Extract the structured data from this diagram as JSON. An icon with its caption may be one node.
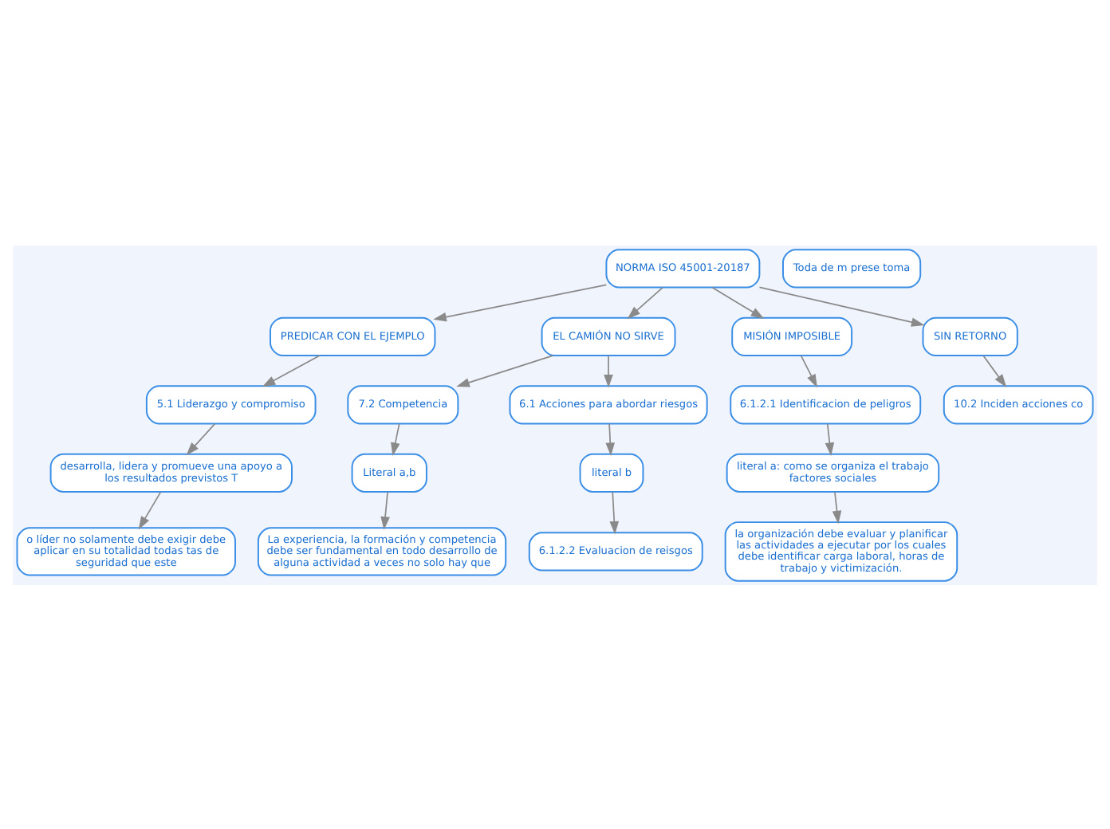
{
  "diagram": {
    "nodes": [
      {
        "text": [
          "NORMA ISO 45001-20187"
        ]
      },
      {
        "text": [
          "PREDICAR CON EL EJEMPLO"
        ]
      },
      {
        "text": [
          "EL CAMIÓN NO SIRVE"
        ]
      },
      {
        "text": [
          "MISIÓN IMPOSIBLE"
        ]
      },
      {
        "text": [
          "SIN RETORNO"
        ]
      },
      {
        "text": [
          "5.1 Liderazgo y compromiso"
        ]
      },
      {
        "text": [
          "desarrolla, lidera y promueve una apoyo a los resultados previstos T"
        ]
      },
      {
        "text": [
          "o líder no solamente debe exigir debe aplicar en su totalidad todas tas de seguridad que este"
        ]
      },
      {
        "text": [
          "7.2 Competencia"
        ]
      },
      {
        "text": [
          "Literal a,b"
        ]
      },
      {
        "text": [
          "La experiencia, la formación y competencia debe ser fundamental en todo desarrollo de alguna actividad a veces no solo hay que"
        ]
      },
      {
        "text": [
          "6.1 Acciones para abordar riesgos"
        ]
      },
      {
        "text": [
          "literal b"
        ]
      },
      {
        "text": [
          "6.1.2.2 Evaluacion de reisgos"
        ]
      },
      {
        "text": [
          "6.1.2.1 Identificacion de peligros"
        ]
      },
      {
        "text": [
          "literal a: como se organiza el trabajo factores sociales"
        ]
      },
      {
        "text": [
          "la organización debe evaluar y planificar las actividades a ejecutar por los cuales debe identificar carga laboral, horas de trabajo y victimización."
        ]
      },
      {
        "text": [
          "10.2 Inciden acciones co"
        ]
      },
      {
        "text": [
          "Toda de m prese toma"
        ]
      }
    ],
    "edges": [
      {
        "from": 0,
        "to": 1,
        "arrow": "to"
      },
      {
        "from": 0,
        "to": 2,
        "arrow": "to"
      },
      {
        "from": 0,
        "to": 3,
        "arrow": "to"
      },
      {
        "from": 0,
        "to": 4,
        "arrow": "to"
      },
      {
        "from": 1,
        "to": 5,
        "arrow": "to"
      },
      {
        "from": 5,
        "to": 6,
        "arrow": "to"
      },
      {
        "from": 6,
        "to": 7,
        "arrow": "to"
      },
      {
        "from": 2,
        "to": 8,
        "arrow": "to"
      },
      {
        "from": 2,
        "to": 11,
        "arrow": "to"
      },
      {
        "from": 8,
        "to": 9,
        "arrow": "to"
      },
      {
        "from": 9,
        "to": 10,
        "arrow": "to"
      },
      {
        "from": 11,
        "to": 12,
        "arrow": "to"
      },
      {
        "from": 12,
        "to": 13,
        "arrow": "to"
      },
      {
        "from": 3,
        "to": 14,
        "arrow": "to"
      },
      {
        "from": 14,
        "to": 15,
        "arrow": "to"
      },
      {
        "from": 15,
        "to": 16,
        "arrow": "to"
      },
      {
        "from": 4,
        "to": 17,
        "arrow": "to"
      }
    ]
  }
}
